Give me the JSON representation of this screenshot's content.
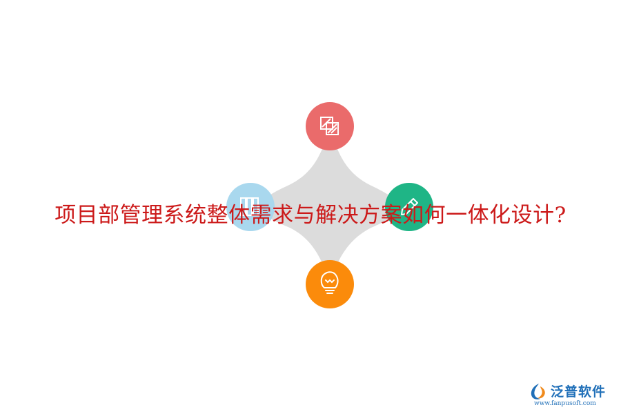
{
  "title": "项目部管理系统整体需求与解决方案如何一体化设计?",
  "colors": {
    "title": "#cc1a1a",
    "hub": "#dcdcdc",
    "node_top": "#ea6b6b",
    "node_left": "#a9d8ee",
    "node_right": "#1fb586",
    "node_bottom": "#fb8b0b",
    "logo_text": "#1f6fb8",
    "logo_accent": "#f08a1c"
  },
  "nodes": [
    {
      "position": "top",
      "icon": "stacked-pages-icon"
    },
    {
      "position": "left",
      "icon": "books-icon"
    },
    {
      "position": "right",
      "icon": "pencil-icon"
    },
    {
      "position": "bottom",
      "icon": "lightbulb-icon"
    }
  ],
  "logo": {
    "name": "泛普软件",
    "url": "www.fanpusoft.com"
  }
}
